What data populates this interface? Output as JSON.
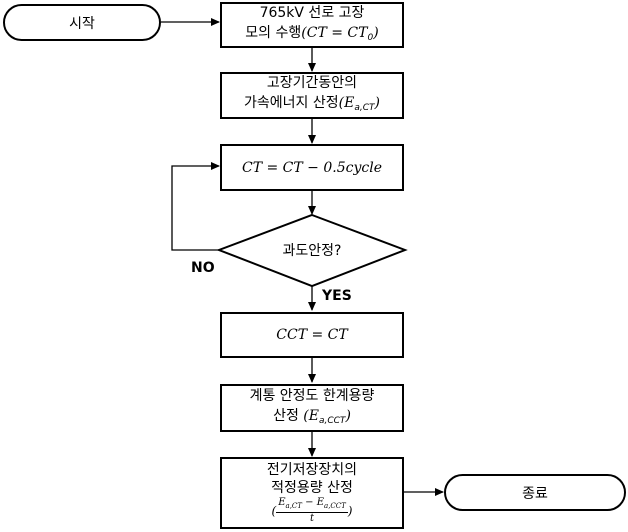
{
  "start": "시작",
  "end": "종료",
  "step1": {
    "line1": "765kV 선로 고장",
    "line2_text": "모의 수행",
    "line2_math": "(CT = CT",
    "line2_sub": "0",
    "line2_close": ")"
  },
  "step2": {
    "line1": "고장기간동안의",
    "line2_text": "가속에너지 산정",
    "line2_math": "(E",
    "line2_sub": "a,CT",
    "line2_close": ")"
  },
  "step3": {
    "math": "CT = CT − 0.5cycle"
  },
  "decision": {
    "text": "과도안정?"
  },
  "labels": {
    "no": "NO",
    "yes": "YES"
  },
  "step4": {
    "math": "CCT = CT"
  },
  "step5": {
    "line1": "계통 안정도 한계용량",
    "line2_text": "산정 ",
    "line2_math": "(E",
    "line2_sub": "a,CCT",
    "line2_close": ")"
  },
  "step6": {
    "line1": "전기저장장치의",
    "line2": "적정용량 산정",
    "frac_open": "(",
    "frac_num_a": "E",
    "frac_num_a_sub": "a,CT",
    "frac_minus": " − ",
    "frac_num_b": "E",
    "frac_num_b_sub": "a,CCT",
    "frac_den": "t",
    "frac_close": ")"
  }
}
